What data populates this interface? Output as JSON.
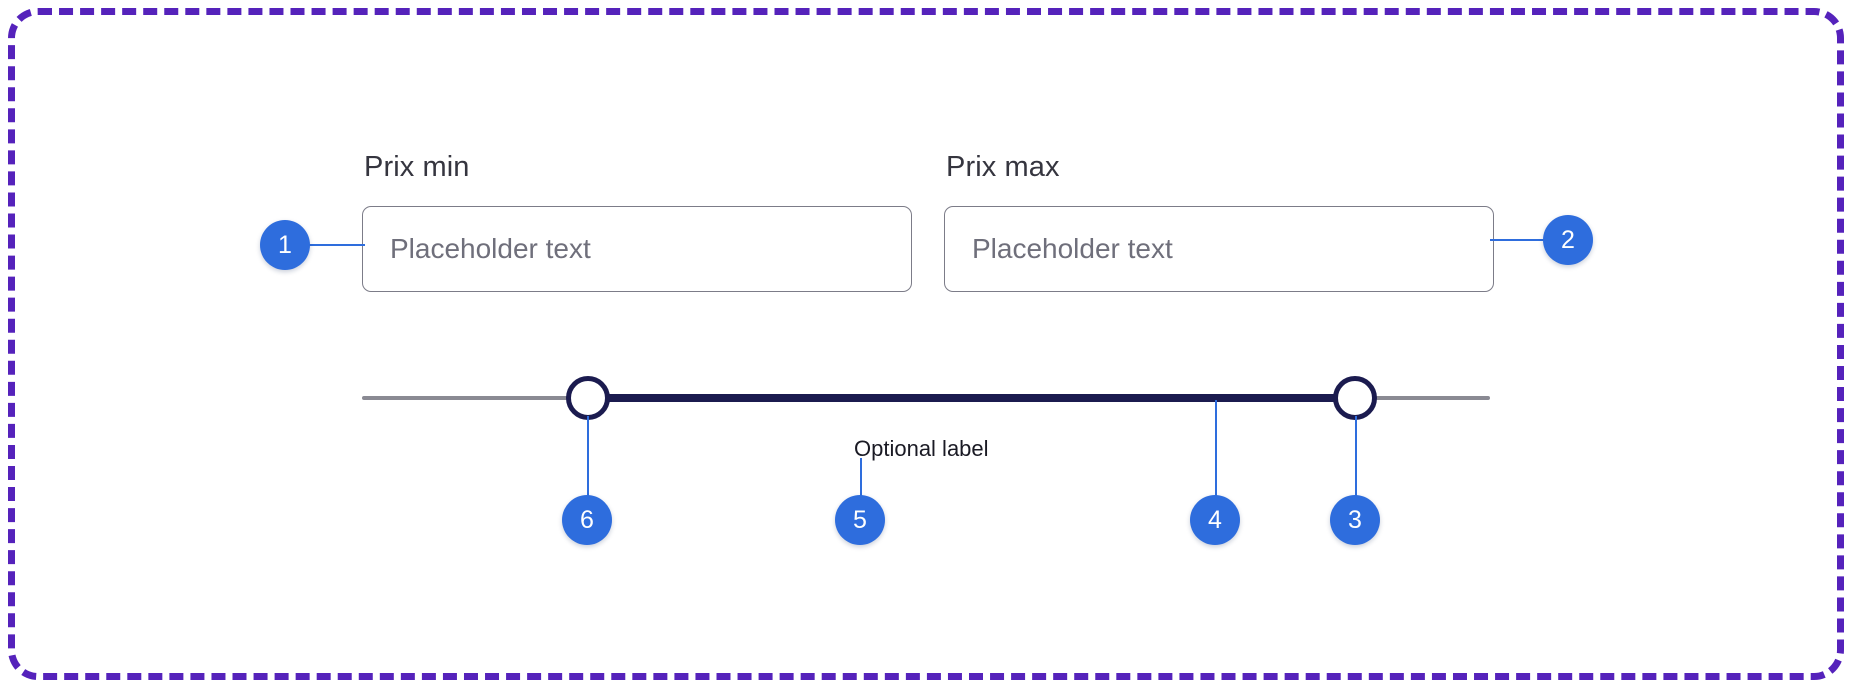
{
  "component": {
    "name": "price-range-filter",
    "frame_color": "#5522bb",
    "accent_color": "#2e6ddd",
    "track_active_color": "#1b1b4f",
    "track_base_color": "#8a8a93",
    "input_border_color": "#7c7c88"
  },
  "fields": [
    {
      "key": "prix-min",
      "label": "Prix min",
      "value": "",
      "placeholder": "Placeholder text"
    },
    {
      "key": "prix-max",
      "label": "Prix max",
      "value": "",
      "placeholder": "Placeholder text"
    }
  ],
  "slider": {
    "optional_label": "Optional label",
    "min_handle_label": "min-handle",
    "max_handle_label": "max-handle"
  },
  "annotations": [
    {
      "number": "1",
      "target": "prix-min-input"
    },
    {
      "number": "2",
      "target": "prix-max-input"
    },
    {
      "number": "3",
      "target": "max-handle"
    },
    {
      "number": "4",
      "target": "active-track"
    },
    {
      "number": "5",
      "target": "optional-label"
    },
    {
      "number": "6",
      "target": "min-handle"
    }
  ]
}
